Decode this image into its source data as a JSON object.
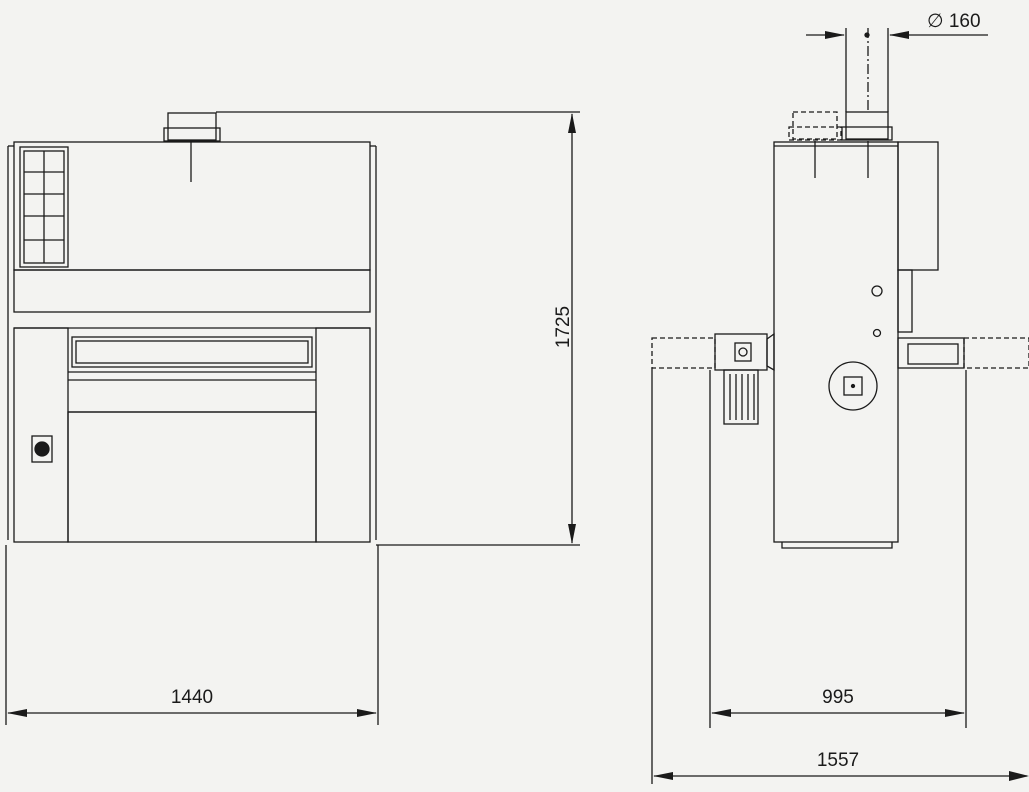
{
  "dimensions": {
    "front_width": "1440",
    "front_height": "1725",
    "side_width_inner": "995",
    "side_width_outer": "1557",
    "outlet_diameter": "∅ 160"
  },
  "colors": {
    "paper": "#f3f3f1",
    "line": "#1a1a1a"
  }
}
